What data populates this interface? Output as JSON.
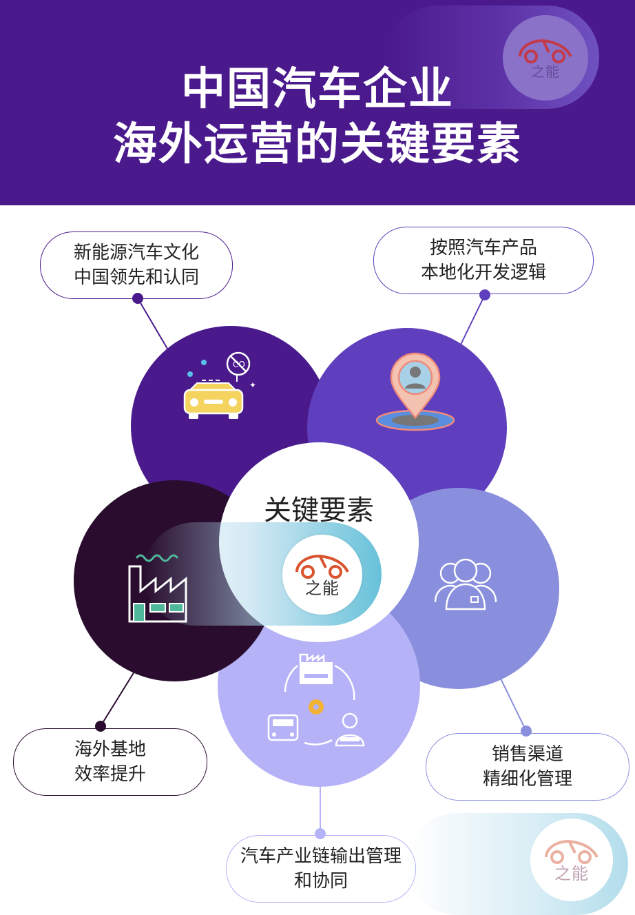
{
  "header": {
    "title_line1": "中国汽车企业",
    "title_line2": "海外运营的关键要素",
    "background": "#4a1a8c"
  },
  "brand": {
    "logo_text": "之能"
  },
  "center": {
    "label": "关键要素"
  },
  "elements": [
    {
      "id": "nev",
      "lines": [
        "新能源汽车文化",
        "中国领先和认同"
      ],
      "color": "#4a1a8c",
      "icon": "car-co2-icon"
    },
    {
      "id": "local",
      "lines": [
        "按照汽车产品",
        "本地化开发逻辑"
      ],
      "color": "#5f3fbd",
      "icon": "location-pin-icon"
    },
    {
      "id": "sales",
      "lines": [
        "销售渠道",
        "精细化管理"
      ],
      "color": "#8a8fdd",
      "icon": "people-group-icon"
    },
    {
      "id": "chain",
      "lines": [
        "汽车产业链输出管理",
        "和协同"
      ],
      "color": "#b6b2f7",
      "icon": "supply-chain-cycle-icon"
    },
    {
      "id": "base",
      "lines": [
        "海外基地",
        "效率提升"
      ],
      "color": "#2a0d2e",
      "icon": "factory-icon"
    }
  ]
}
